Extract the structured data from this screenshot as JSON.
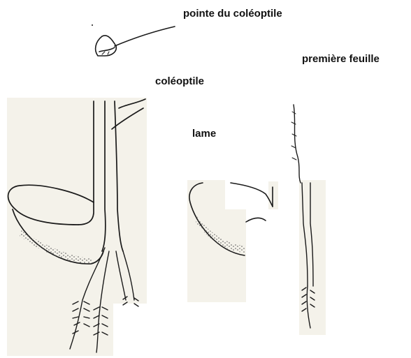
{
  "labels": {
    "coleoptile_tip": "pointe du coléoptile",
    "first_leaf": "première feuille",
    "coleoptile": "coléoptile",
    "blade": "lame"
  },
  "colors": {
    "ink": "#1a1a1a",
    "paper": "#f4f2ea",
    "stipple": "#555555"
  }
}
